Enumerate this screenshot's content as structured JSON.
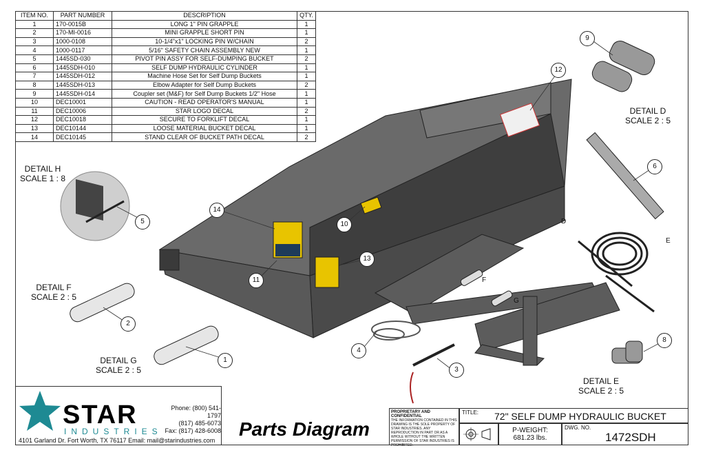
{
  "table": {
    "headers": [
      "ITEM NO.",
      "PART NUMBER",
      "DESCRIPTION",
      "QTY."
    ],
    "rows": [
      {
        "no": "1",
        "part": "170-0015B",
        "desc": "LONG 1\" PIN GRAPPLE",
        "qty": "1"
      },
      {
        "no": "2",
        "part": "170-MI-0016",
        "desc": "MINI GRAPPLE SHORT PIN",
        "qty": "1"
      },
      {
        "no": "3",
        "part": "1000-0108",
        "desc": "10-1/4\"x1\" LOCKING PIN W/CHAIN",
        "qty": "2"
      },
      {
        "no": "4",
        "part": "1000-0117",
        "desc": "5/16\" SAFETY CHAIN ASSEMBLY NEW",
        "qty": "1"
      },
      {
        "no": "5",
        "part": "1445SD-030",
        "desc": "PIVOT PIN ASSY FOR SELF-DUMPING BUCKET",
        "qty": "2"
      },
      {
        "no": "6",
        "part": "1445SDH-010",
        "desc": "SELF DUMP HYDRAULIC CYLINDER",
        "qty": "1"
      },
      {
        "no": "7",
        "part": "1445SDH-012",
        "desc": "Machine Hose Set for Self Dump Buckets",
        "qty": "1"
      },
      {
        "no": "8",
        "part": "1445SDH-013",
        "desc": "Elbow Adapter for Self Dump Buckets",
        "qty": "2"
      },
      {
        "no": "9",
        "part": "1445SDH-014",
        "desc": "Coupler set (M&F)  for Self Dump Buckets 1/2\" Hose",
        "qty": "1"
      },
      {
        "no": "10",
        "part": "DEC10001",
        "desc": "CAUTION - READ OPERATOR'S MANUAL",
        "qty": "1"
      },
      {
        "no": "11",
        "part": "DEC10006",
        "desc": "STAR LOGO DECAL",
        "qty": "2"
      },
      {
        "no": "12",
        "part": "DEC10018",
        "desc": "SECURE TO FORKLIFT DECAL",
        "qty": "1"
      },
      {
        "no": "13",
        "part": "DEC10144",
        "desc": "LOOSE MATERIAL BUCKET DECAL",
        "qty": "1"
      },
      {
        "no": "14",
        "part": "DEC10145",
        "desc": "STAND CLEAR OF BUCKET PATH DECAL",
        "qty": "2"
      }
    ]
  },
  "details": {
    "h": {
      "name": "DETAIL H",
      "scale": "SCALE 1 : 8"
    },
    "f": {
      "name": "DETAIL F",
      "scale": "SCALE 2 : 5"
    },
    "g": {
      "name": "DETAIL G",
      "scale": "SCALE 2 : 5"
    },
    "d": {
      "name": "DETAIL D",
      "scale": "SCALE 2 : 5"
    },
    "e": {
      "name": "DETAIL E",
      "scale": "SCALE 2 : 5"
    }
  },
  "balloons": [
    "1",
    "2",
    "3",
    "4",
    "5",
    "6",
    "8",
    "9",
    "10",
    "11",
    "12",
    "13",
    "14"
  ],
  "view_letters": {
    "d": "D",
    "e": "E",
    "f": "F",
    "g": "G"
  },
  "company": {
    "name": "STAR",
    "sub": "INDUSTRIES",
    "phone": "Phone: (800) 541-1797",
    "phone2": "(817) 485-6073",
    "fax": "Fax: (817) 428-6008",
    "address": "4101 Garland Dr. Fort Worth, TX 76117  Email: mail@starindustries.com",
    "logo_text": "STAR"
  },
  "title_block": {
    "diagram_title": "Parts Diagram",
    "prop_heading": "PROPRIETARY AND CONFIDENTIAL",
    "prop_text": "THE INFORMATION CONTAINED IN THIS DRAWING IS THE SOLE PROPERTY OF STAR INDUSTRIES. ANY REPRODUCTION IN PART OR AS A WHOLE WITHOUT THE WRITTEN PERMISSION OF STAR INDUSTRIES IS PROHIBITED.",
    "title_label": "TITLE:",
    "title": "72\" SELF DUMP HYDRAULIC BUCKET",
    "weight_label": "P-WEIGHT:",
    "weight": "681.23 lbs.",
    "dwg_label": "DWG.  NO.",
    "dwg_no": "1472SDH"
  },
  "colors": {
    "teal": "#1e8a93",
    "bucket": "#4a4a4a",
    "decal_yellow": "#e8c400"
  }
}
